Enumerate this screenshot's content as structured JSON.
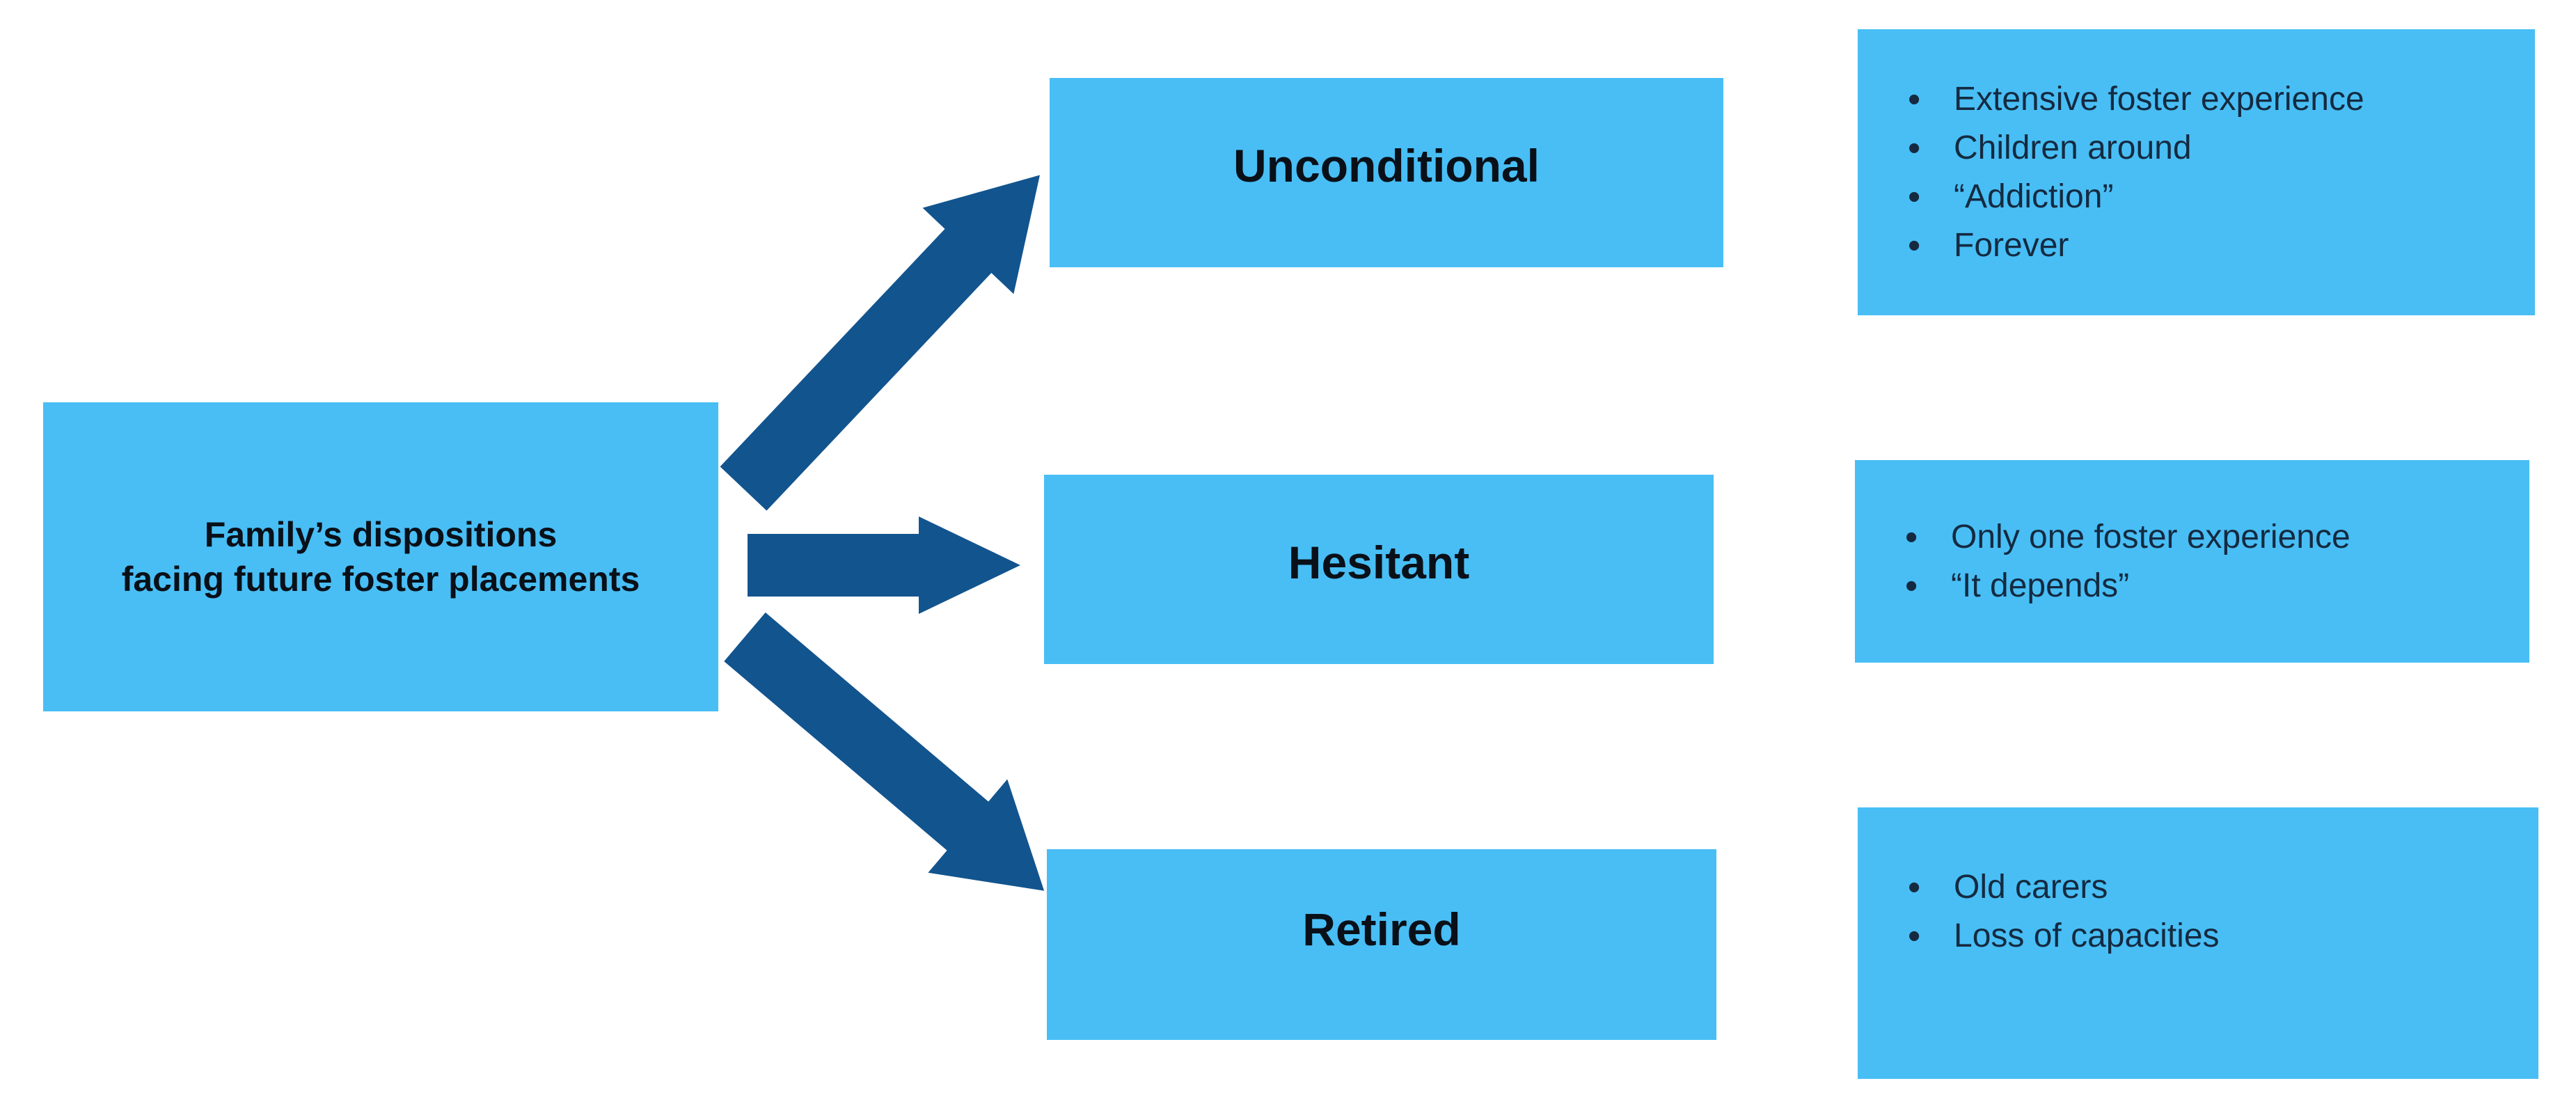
{
  "colors": {
    "bg": "#FFFFFF",
    "box": "#48BEF5",
    "arrow": "#12548E",
    "cat-text": "#0A1018",
    "root-text": "#0A1018",
    "bullet-text": "#152A40"
  },
  "root": {
    "line1": "Family’s dispositions",
    "line2": "facing future foster placements"
  },
  "branches": [
    {
      "label": "Unconditional",
      "bullets": [
        "Extensive foster experience",
        "Children around",
        "“Addiction”",
        "Forever"
      ]
    },
    {
      "label": "Hesitant",
      "bullets": [
        "Only one foster experience",
        "“It depends”"
      ]
    },
    {
      "label": "Retired",
      "bullets": [
        "Old carers",
        "Loss of capacities"
      ]
    }
  ]
}
